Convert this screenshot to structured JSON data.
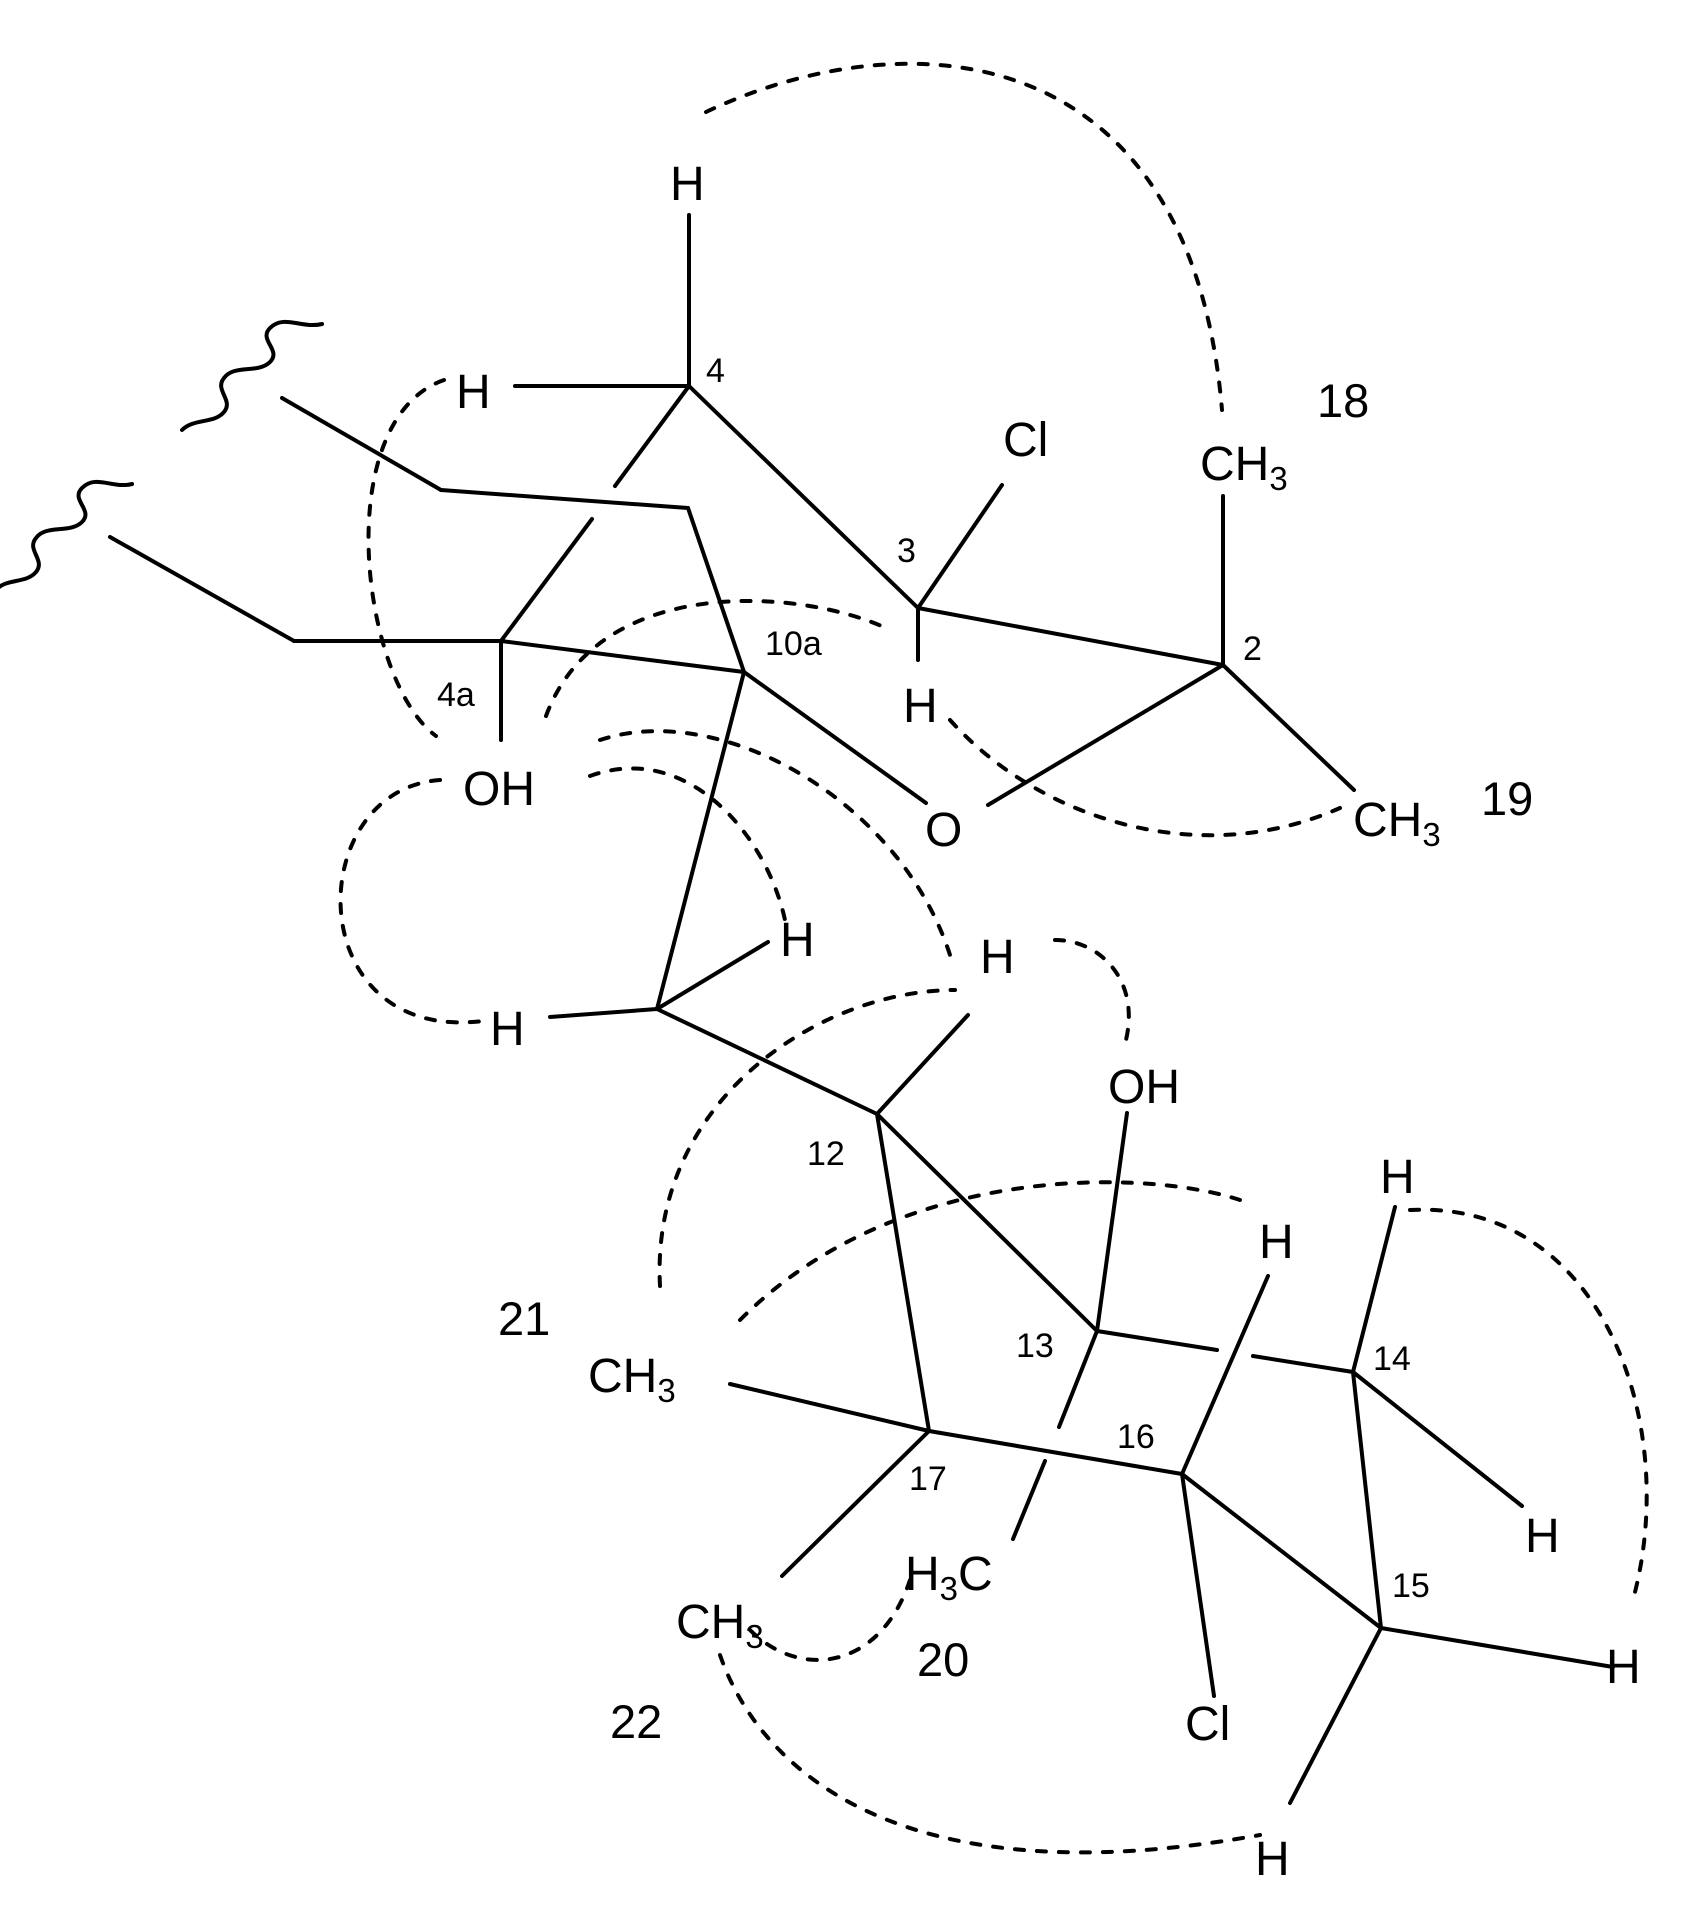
{
  "atoms": {
    "h_top": "H",
    "h4": "H",
    "cl3": "Cl",
    "ch3_18": "CH",
    "ch3_18_sub": "3",
    "h3": "H",
    "oh4a": "OH",
    "o_ring": "O",
    "ch3_19": "CH",
    "ch3_19_sub": "3",
    "h11a": "H",
    "h11b": "H",
    "h12": "H",
    "oh13": "OH",
    "h14a": "H",
    "h16": "H",
    "ch3_21": "CH",
    "ch3_21_sub": "3",
    "h14b": "H",
    "h3c_20_h": "H",
    "h3c_20_sub": "3",
    "h3c_20_c": "C",
    "ch3_22": "CH",
    "ch3_22_sub": "3",
    "h15": "H",
    "cl16": "Cl",
    "h15b": "H"
  },
  "locants": {
    "c4": "4",
    "c3": "3",
    "c10a": "10a",
    "c4a": "4a",
    "c2": "2",
    "c12": "12",
    "c13": "13",
    "c14": "14",
    "c16": "16",
    "c17": "17",
    "c15": "15"
  },
  "group_numbers": {
    "g18": "18",
    "g19": "19",
    "g21": "21",
    "g20": "20",
    "g22": "22"
  }
}
